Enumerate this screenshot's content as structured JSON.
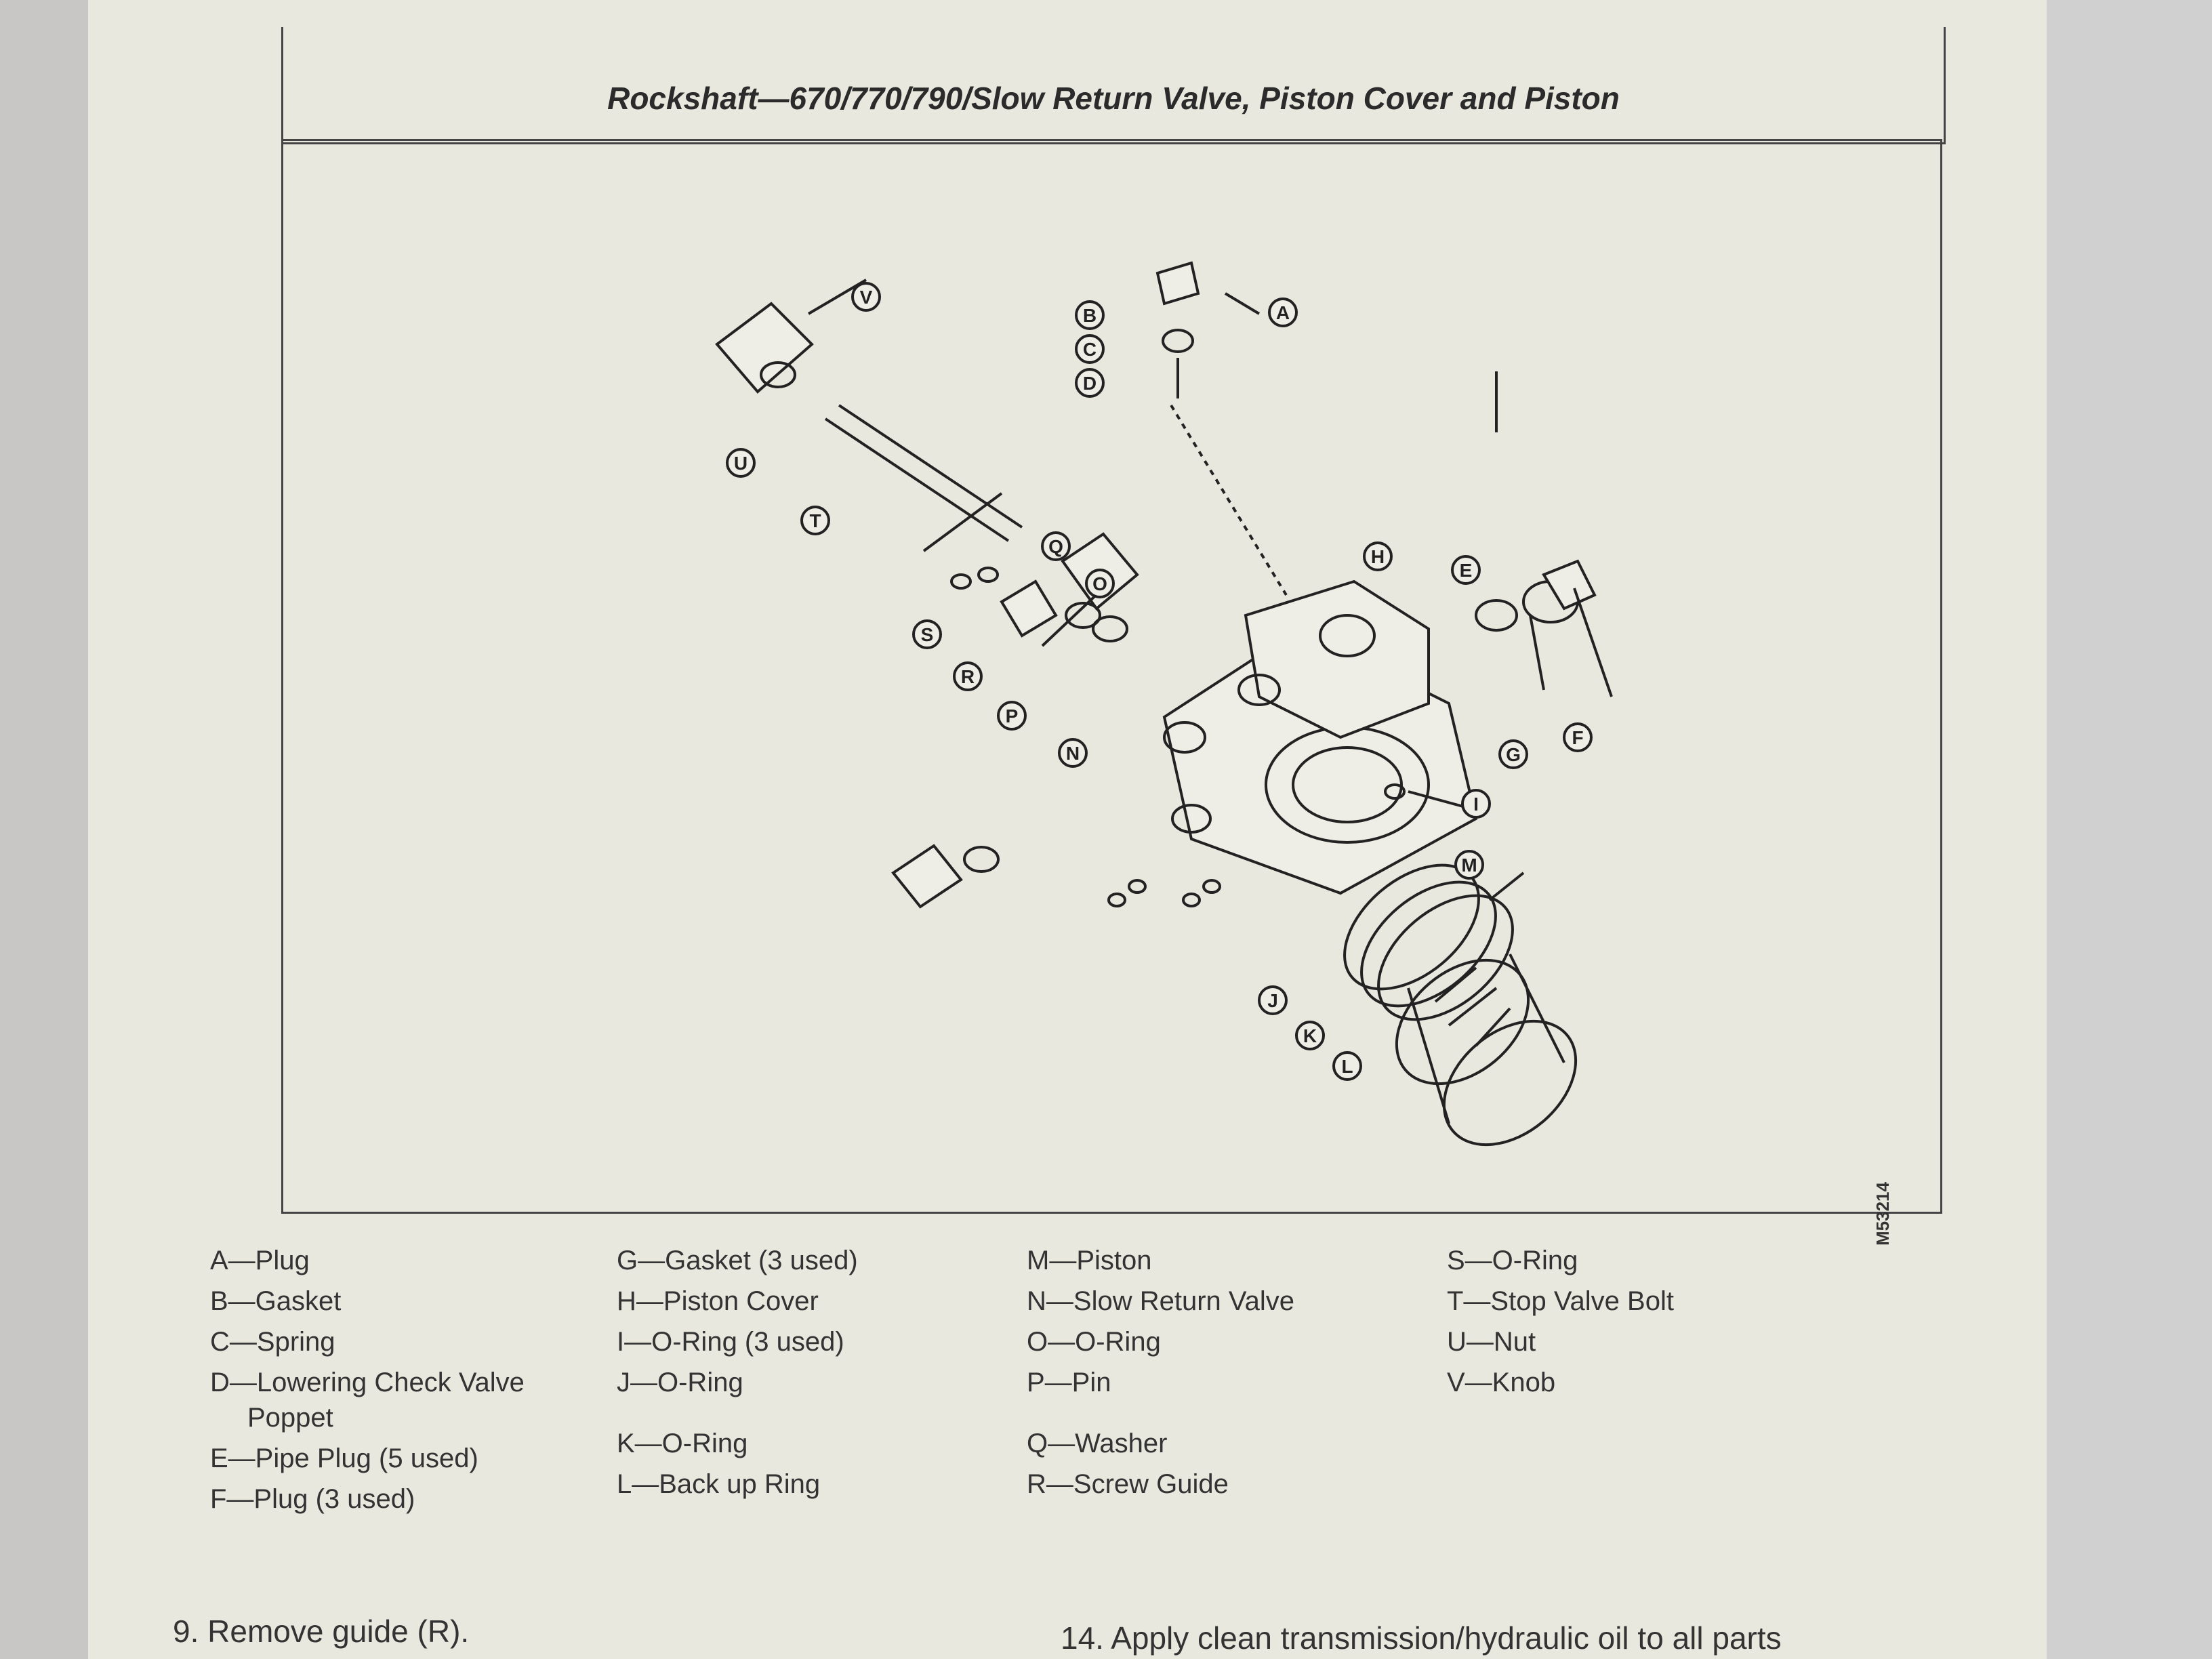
{
  "page_title": "Rockshaft—670/770/790/Slow Return Valve, Piston Cover and Piston",
  "figure_id": "M53214",
  "callouts": [
    "A",
    "B",
    "C",
    "D",
    "E",
    "F",
    "G",
    "H",
    "I",
    "J",
    "K",
    "L",
    "M",
    "N",
    "O",
    "P",
    "Q",
    "R",
    "S",
    "T",
    "U",
    "V"
  ],
  "legend": {
    "col1": [
      "A—Plug",
      "B—Gasket",
      "C—Spring",
      "D—Lowering Check Valve",
      "Poppet",
      "E—Pipe Plug (5 used)",
      "F—Plug (3 used)"
    ],
    "col2": [
      "G—Gasket (3 used)",
      "H—Piston Cover",
      "I—O-Ring (3 used)",
      "J—O-Ring",
      "K—O-Ring",
      "L—Back up Ring"
    ],
    "col3": [
      "M—Piston",
      "N—Slow Return Valve",
      "O—O-Ring",
      "P—Pin",
      "Q—Washer",
      "R—Screw Guide"
    ],
    "col4": [
      "S—O-Ring",
      "T—Stop Valve Bolt",
      "U—Nut",
      "V—Knob"
    ]
  },
  "instructions": {
    "step9": "9.  Remove guide (R).",
    "step14": "14.  Apply clean transmission/hydraulic oil to all parts"
  }
}
